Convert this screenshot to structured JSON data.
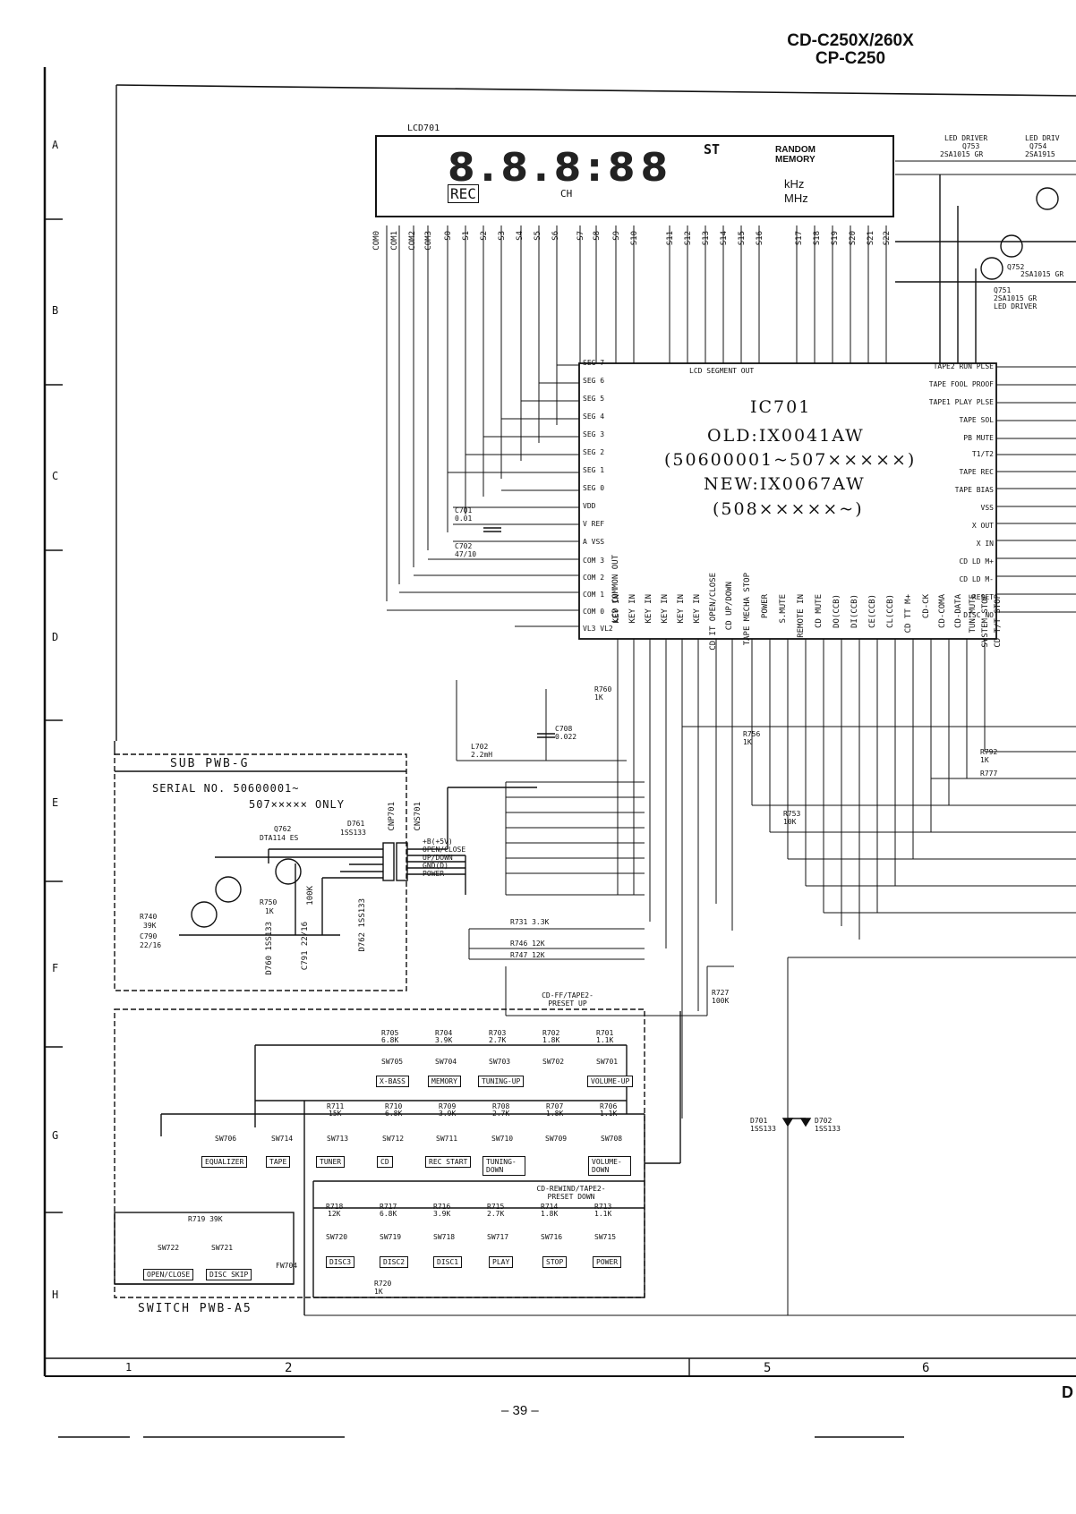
{
  "header": {
    "model_line1": "CD-C250X/260X",
    "model_line2": "CP-C250"
  },
  "lcd": {
    "ref": "LCD701",
    "chars": "RANDOM MEMORY",
    "units": [
      "kHz",
      "MHz"
    ],
    "rec": "REC",
    "st": "ST",
    "ch": "CH",
    "top_pins": [
      "COM0",
      "COM1",
      "COM2",
      "COM3",
      "S0",
      "S1",
      "S2",
      "S3",
      "S4",
      "S5",
      "S6",
      "S7",
      "S8",
      "S9",
      "S10",
      "S11",
      "S12",
      "S13",
      "S14",
      "S15",
      "S16",
      "S17",
      "S18",
      "S19",
      "S20",
      "S21",
      "S22"
    ]
  },
  "ic": {
    "ref": "IC701",
    "old": "OLD:IX0041AW",
    "old_serial": "(50600001~507×××××)",
    "new": "NEW:IX0067AW",
    "new_serial": "(508×××××~)",
    "seg_out": "LCD SEGMENT OUT",
    "common_out": "LCD COMMON OUT"
  },
  "ic_left_pins": [
    "SEG 7",
    "SEG 6",
    "SEG 5",
    "SEG 4",
    "SEG 3",
    "SEG 2",
    "SEG 1",
    "SEG 0",
    "VDD",
    "V REF",
    "A VSS",
    "COM 3",
    "COM 2",
    "COM 1",
    "COM 0",
    "VL3 VL2"
  ],
  "ic_right_pins": [
    "TAPE2 RUN PLSE",
    "TAPE FOOL PROOF",
    "TAPE1 PLAY PLSE",
    "TAPE SOL",
    "PB MUTE",
    "T1/T2",
    "TAPE REC",
    "TAPE BIAS",
    "VSS",
    "X OUT",
    "X IN",
    "CD LD M+",
    "CD LD M-",
    "RESET",
    "DISC NO"
  ],
  "ic_bottom_pins": [
    "KEY IN",
    "KEY IN",
    "KEY IN",
    "KEY IN",
    "KEY IN",
    "KEY IN",
    "CD IT OPEN/CLOSE",
    "CD UP/DOWN",
    "TAPE MECHA STOP",
    "POWER",
    "S.MUTE",
    "REMOTE IN",
    "CD MUTE",
    "DO(CCB)",
    "DI(CCB)",
    "CE(CCB)",
    "CL(CCB)",
    "CD TT M+",
    "CD-CK",
    "CD-COMA",
    "CD-DATA",
    "TUN MUTE",
    "SYSTEM STOP",
    "CD T/T STOP"
  ],
  "drivers": {
    "l1": "LED DRIVER",
    "q753": "Q753",
    "q753_type": "2SA1015 GR",
    "l2": "LED DRIV",
    "q754": "Q754",
    "q754_type": "2SA1915",
    "q752": "Q752",
    "q752_type": "2SA1015 GR",
    "q751": "Q751",
    "q751_type": "2SA1015 GR",
    "l3": "LED DRIVER"
  },
  "sub_pwb": {
    "title": "SUB PWB-G",
    "serial": "SERIAL NO. 50600001~",
    "serial2": "507××××× ONLY",
    "q762": "Q762",
    "q762_type": "DTA114 ES",
    "d761": "D761",
    "d761_type": "1SS133",
    "cnp": "CNP701",
    "cns": "CNS701",
    "lines": [
      "+B(+5V)",
      "OPEN/CLOSE",
      "UP/DOWN",
      "GND(D)",
      "POWER"
    ],
    "r740": "R740",
    "r740v": "39K",
    "c790": "C790",
    "c790v": "22/16",
    "r750": "R750",
    "r750v": "1K",
    "d762": "D762 1SS133",
    "d760": "D760 1SS133",
    "c791": "C791 22/16",
    "r741": "100K"
  },
  "switch_pwb": {
    "title": "SWITCH PWB-A5"
  },
  "switch_row1": {
    "resistors": [
      [
        "R705",
        "6.8K"
      ],
      [
        "R704",
        "3.9K"
      ],
      [
        "R703",
        "2.7K"
      ],
      [
        "R702",
        "1.8K"
      ],
      [
        "R701",
        "1.1K"
      ]
    ],
    "buttons": [
      "X-BASS",
      "MEMORY",
      "TUNING-UP",
      "",
      "VOLUME-UP"
    ],
    "labels": [
      "SW705",
      "SW704",
      "SW703",
      "SW702",
      "SW701"
    ],
    "note": "CD-FF/TAPE2-PRESET UP"
  },
  "switch_row2": {
    "resistors": [
      [
        "R711",
        "15K"
      ],
      [
        "R710",
        "6.8K"
      ],
      [
        "R709",
        "3.9K"
      ],
      [
        "R708",
        "2.7K"
      ],
      [
        "R707",
        "1.8K"
      ],
      [
        "R706",
        "1.1K"
      ]
    ],
    "buttons": [
      "EQUALIZER",
      "TAPE",
      "TUNER",
      "CD",
      "REC START",
      "TUNING-DOWN",
      "VOLUME-DOWN"
    ],
    "labels": [
      "SW706",
      "SW714",
      "SW713",
      "SW712",
      "SW711",
      "SW710",
      "SW709",
      "SW708"
    ],
    "note": "CD-REWIND/TAPE2-PRESET DOWN"
  },
  "switch_row3": {
    "resistors": [
      [
        "R718",
        "12K"
      ],
      [
        "R717",
        "6.8K"
      ],
      [
        "R716",
        "3.9K"
      ],
      [
        "R715",
        "2.7K"
      ],
      [
        "R714",
        "1.8K"
      ],
      [
        "R713",
        "1.1K"
      ]
    ],
    "buttons": [
      "DISC3",
      "DISC2",
      "DISC1",
      "PLAY",
      "STOP",
      "POWER"
    ],
    "labels": [
      "SW720",
      "SW719",
      "SW718",
      "SW717",
      "SW716",
      "SW715"
    ]
  },
  "switch_pwb_a5": {
    "buttons": [
      "OPEN/CLOSE",
      "DISC SKIP"
    ],
    "labels": [
      "SW722",
      "SW721"
    ],
    "r719": "R719 39K",
    "r720": "R720 1K",
    "fw": "FW704"
  },
  "misc": {
    "c701": "C701 0.01",
    "c702": "C702 47/10",
    "l702": "L702 2.2mH",
    "c708": "C708 0.022",
    "r727": "R727 100K",
    "r731": "R731 3.3K",
    "r746": "R746 12K",
    "r747": "R747 12K",
    "d701": "D701 1SS133",
    "d702": "D702 1SS133",
    "r753": "R753 10K",
    "r756": "R756 1K",
    "r792": "R792 1K",
    "r777": "R777",
    "r760": "R760 1K"
  },
  "grid": {
    "left": [
      "A",
      "B",
      "C",
      "D",
      "E",
      "F",
      "G",
      "H"
    ],
    "bottom": [
      "1",
      "2",
      "5",
      "6"
    ]
  },
  "footer": {
    "page": "– 39 –",
    "corner": "D"
  }
}
